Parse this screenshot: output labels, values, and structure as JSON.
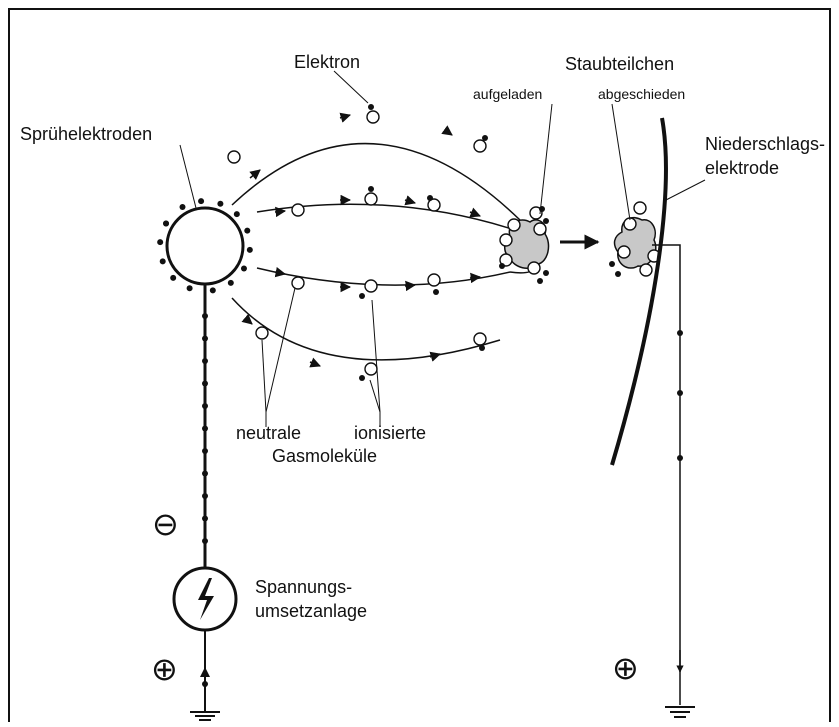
{
  "labels": {
    "spray_electrodes": "Sprühelektroden",
    "electron": "Elektron",
    "dust_particles": "Staubteilchen",
    "charged": "aufgeladen",
    "deposited": "abgeschieden",
    "collector_line1": "Niederschlags-",
    "collector_line2": "elektrode",
    "neutral": "neutrale",
    "ionized": "ionisierte",
    "gas_molecules": "Gasmoleküle",
    "power_line1": "Spannungs-",
    "power_line2": "umsetzanlage"
  },
  "symbols": {
    "minus": "⊖",
    "plus_left": "⊕",
    "plus_right": "⊕"
  },
  "colors": {
    "line": "#111111",
    "dust_fill": "#c8c8c8",
    "frame": "#111111"
  }
}
